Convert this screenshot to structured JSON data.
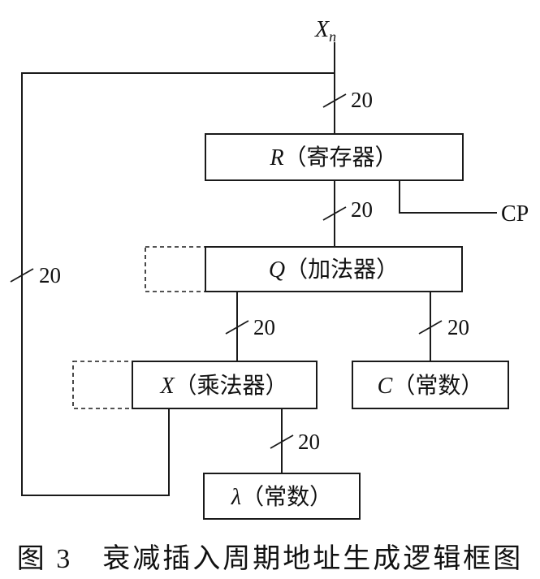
{
  "diagram": {
    "input_label": "X",
    "input_subscript": "n",
    "bus_width": "20",
    "clock_label": "CP",
    "blocks": {
      "register": {
        "symbol": "R",
        "name": "（寄存器）"
      },
      "adder": {
        "symbol": "Q",
        "name": "（加法器）"
      },
      "multiplier": {
        "symbol": "X",
        "name": "（乘法器）"
      },
      "const_c": {
        "symbol": "C",
        "name": "（常数）"
      },
      "const_lambda": {
        "symbol": "λ",
        "name": "（常数）"
      }
    }
  },
  "caption": "图 3　衰减插入周期地址生成逻辑框图"
}
